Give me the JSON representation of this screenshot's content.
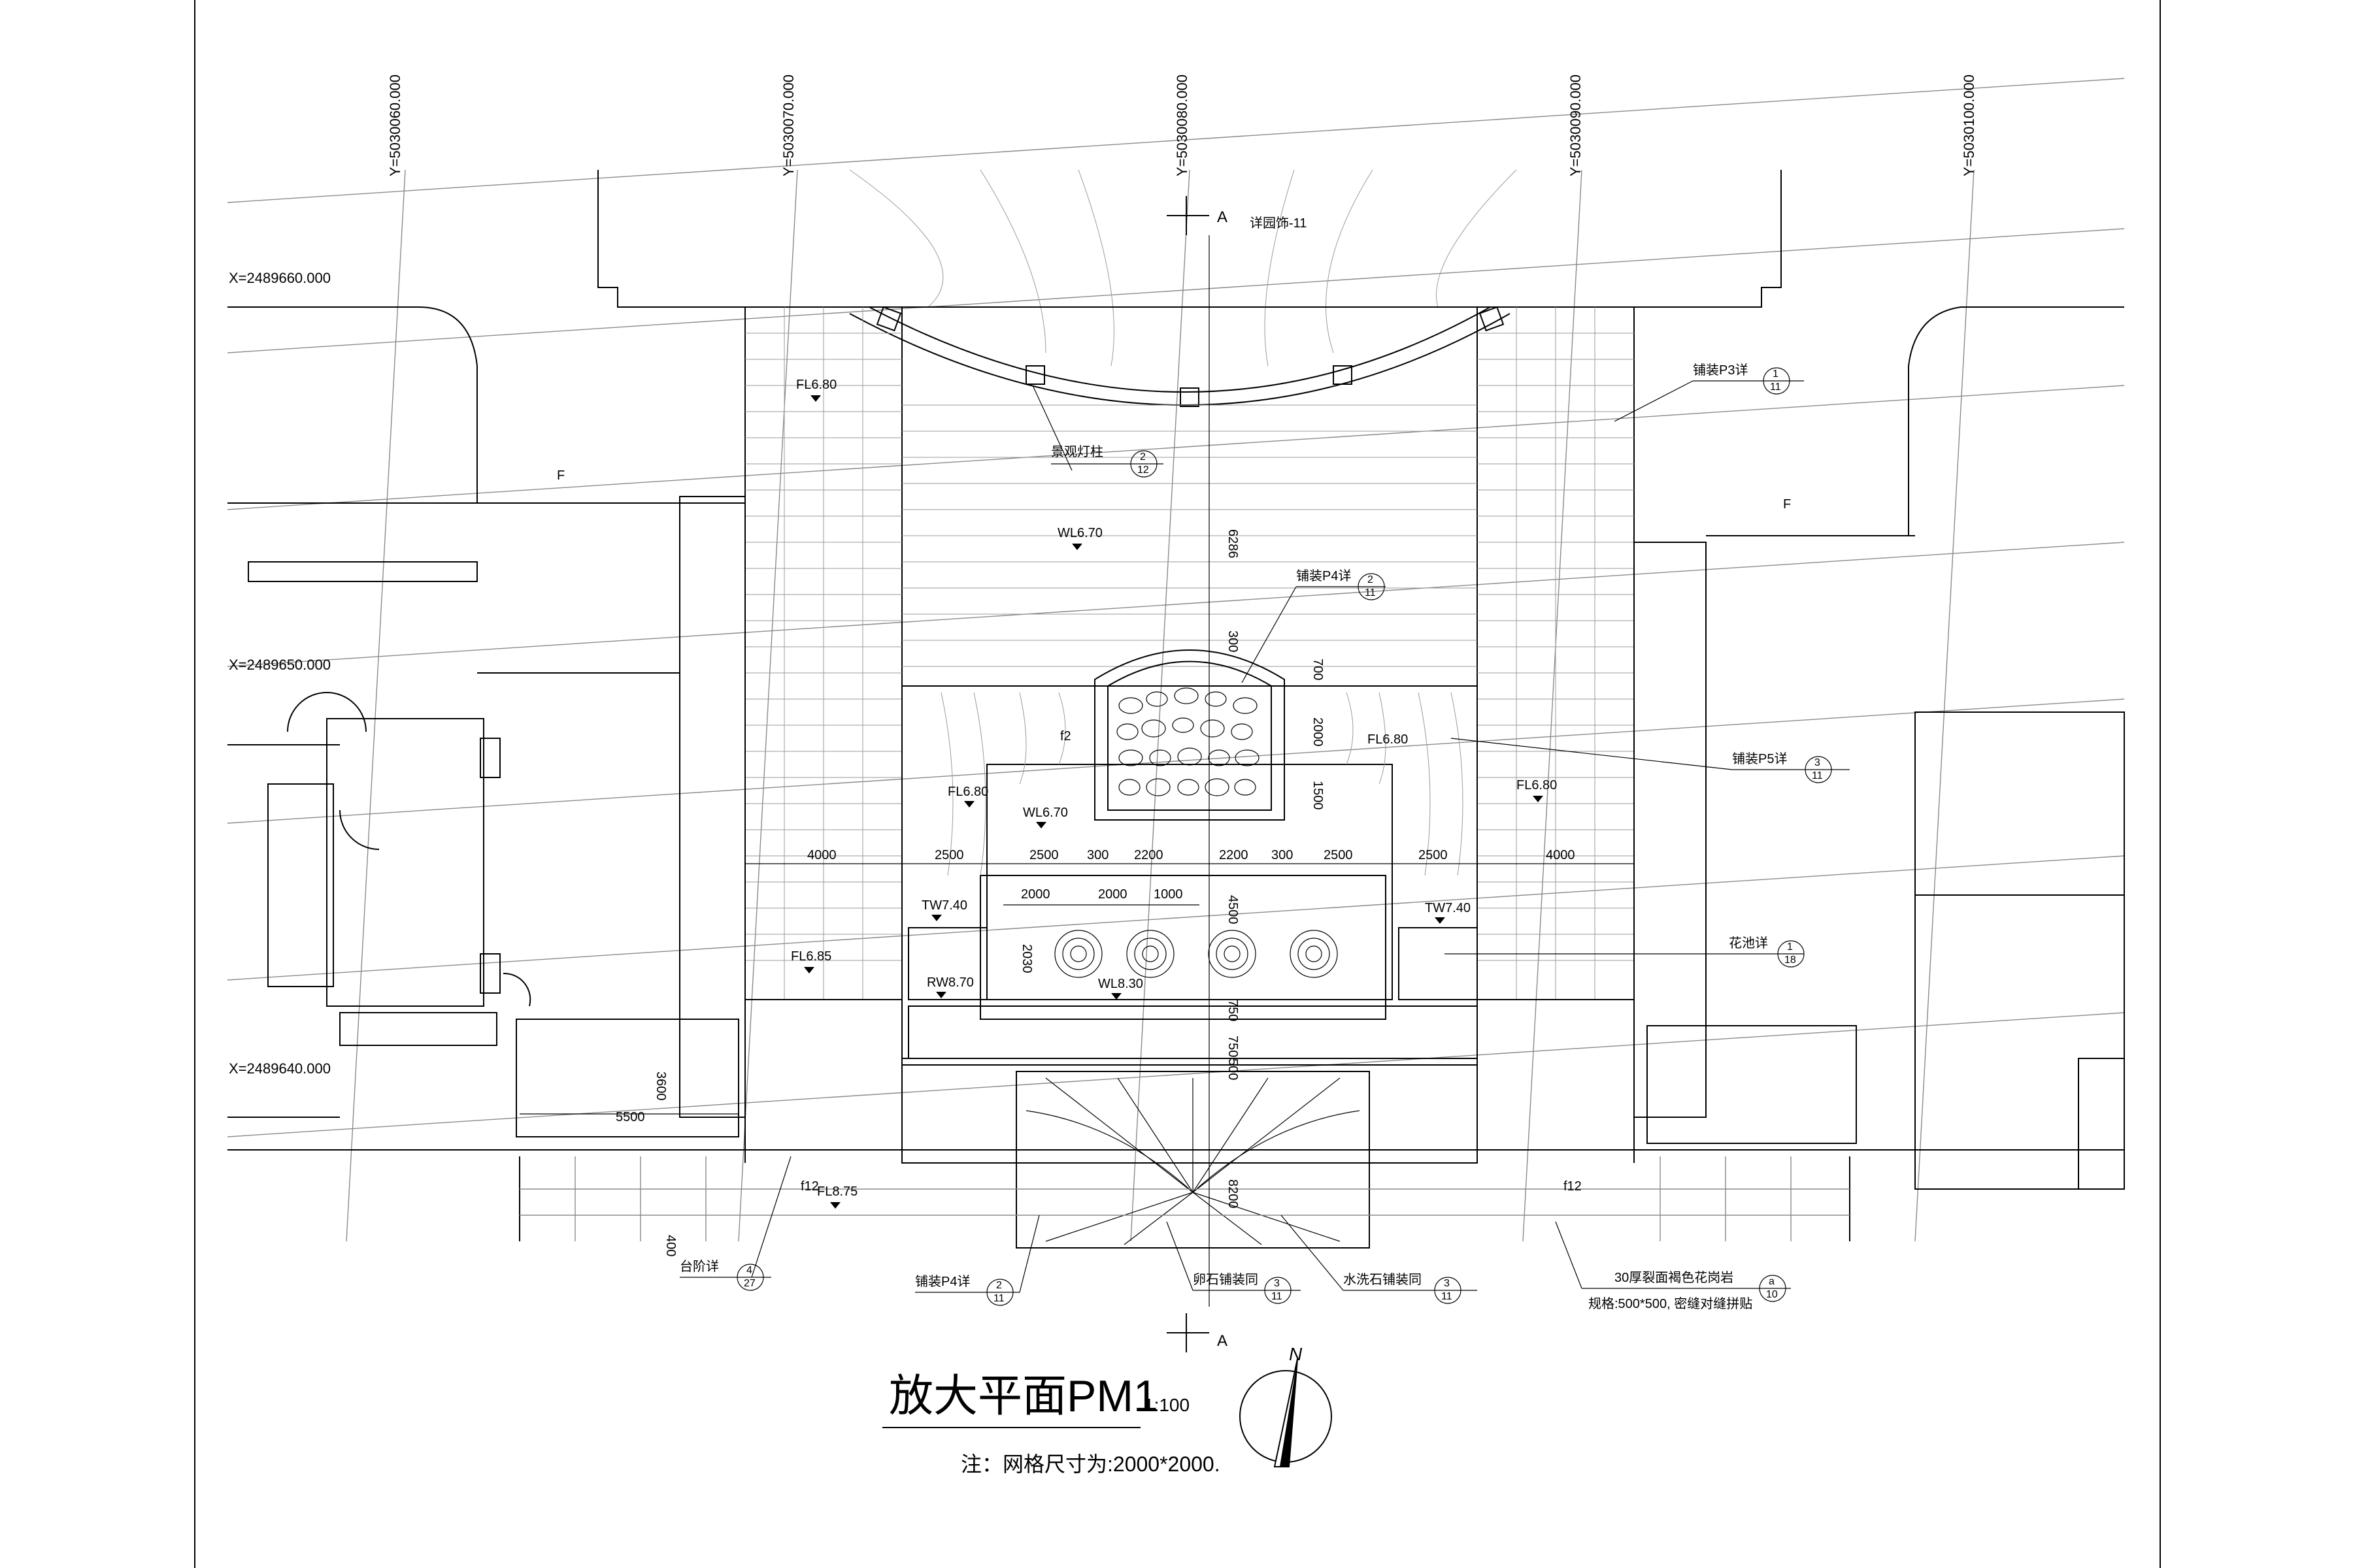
{
  "title": {
    "main": "放大平面PM1",
    "scale": "1:100",
    "note": "注：网格尺寸为:2000*2000."
  },
  "north": "N",
  "coords": {
    "y": [
      "Y=5030060.000",
      "Y=5030070.000",
      "Y=5030080.000",
      "Y=5030090.000",
      "Y=5030100.000"
    ],
    "x": [
      "X=2489660.000",
      "X=2489650.000",
      "X=2489640.000"
    ]
  },
  "section_mark": "A",
  "elevations": [
    "FL6.80",
    "WL6.70",
    "FL6.80",
    "FL6.80",
    "WL6.70",
    "FL6.80",
    "TW7.40",
    "TW7.40",
    "FL6.85",
    "RW8.70",
    "WL8.30",
    "FL8.75"
  ],
  "dimensions": {
    "row1": [
      "4000",
      "2500",
      "2500",
      "300",
      "2200",
      "2200",
      "300",
      "2500",
      "2500",
      "4000"
    ],
    "row2": [
      "2000",
      "2000",
      "1000"
    ],
    "vertical": [
      "6286",
      "300",
      "700",
      "2000",
      "1500",
      "4500",
      "2030",
      "750",
      "750",
      "500",
      "8200",
      "3600",
      "400"
    ],
    "left": [
      "5500"
    ]
  },
  "callouts": {
    "detail_top": "详园饰-11",
    "lamp": {
      "text": "景观灯柱",
      "num": "2",
      "sheet": "12"
    },
    "paving_p4_top": {
      "text": "铺装P4详",
      "num": "2",
      "sheet": "11"
    },
    "paving_p3": {
      "text": "铺装P3详",
      "num": "1",
      "sheet": "11"
    },
    "paving_p5": {
      "text": "铺装P5详",
      "num": "3",
      "sheet": "11"
    },
    "planter": {
      "text": "花池详",
      "num": "1",
      "sheet": "18"
    },
    "steps": {
      "text": "台阶详",
      "num": "4",
      "sheet": "27"
    },
    "paving_p4_bottom": {
      "text": "铺装P4详",
      "num": "2",
      "sheet": "11"
    },
    "pebble": {
      "text": "卵石铺装同",
      "num": "3",
      "sheet": "11"
    },
    "washed_stone": {
      "text": "水洗石铺装同",
      "num": "3",
      "sheet": "11"
    },
    "granite": {
      "text": "30厚裂面褐色花岗岩",
      "num": "a",
      "sheet": "10",
      "spec": "规格:500*500, 密缝对缝拼贴"
    }
  },
  "labels": {
    "f2": "f2",
    "f": "F",
    "f12": "f12"
  }
}
